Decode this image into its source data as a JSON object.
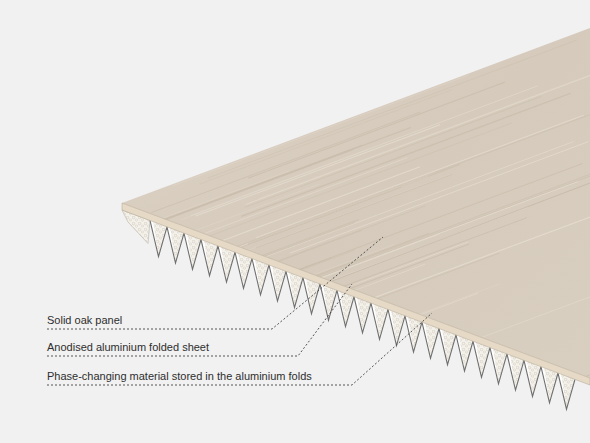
{
  "diagram": {
    "labels": [
      "Solid oak panel",
      "Anodised aluminium folded sheet",
      "Phase-changing material stored in the aluminium folds"
    ]
  }
}
